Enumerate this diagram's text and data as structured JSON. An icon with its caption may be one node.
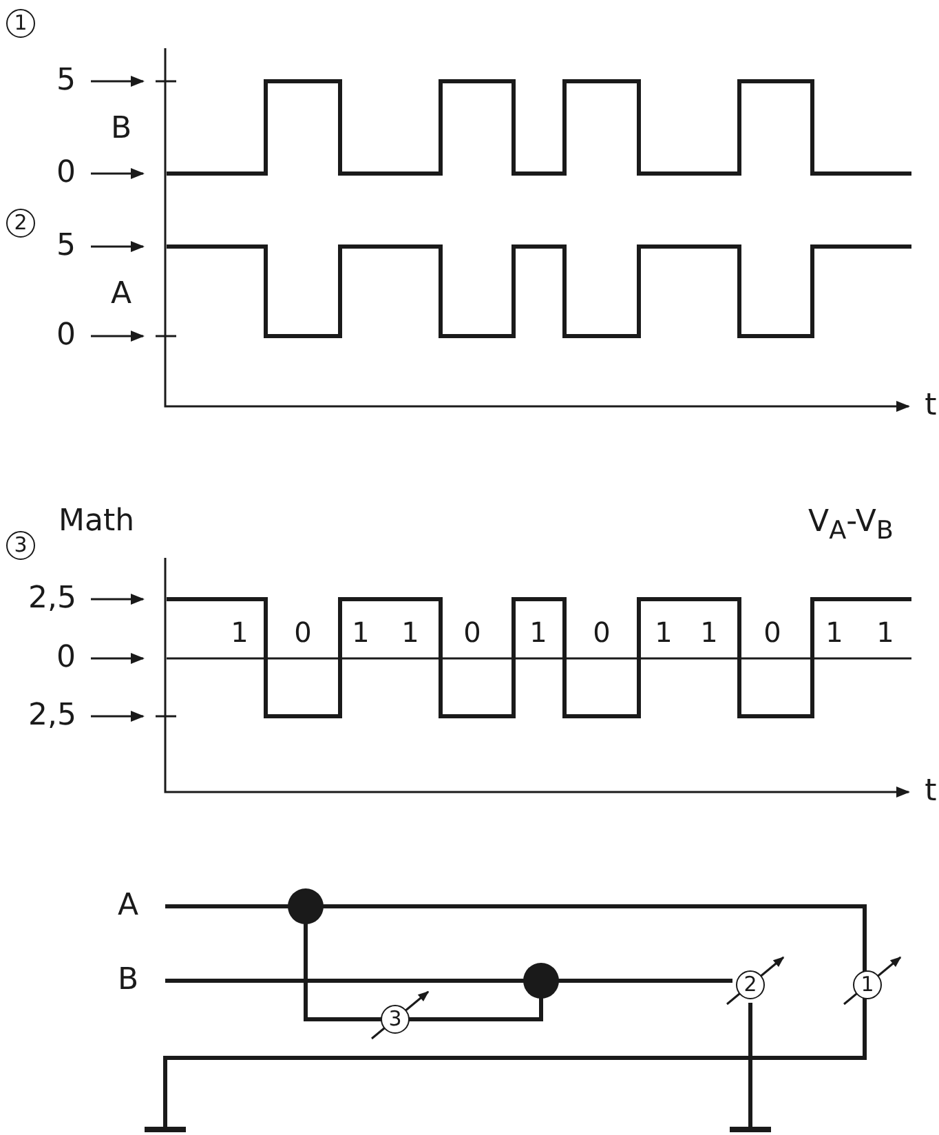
{
  "diagram": {
    "labels": [
      "1",
      "5",
      "B",
      "0",
      "2",
      "5",
      "A",
      "0",
      "t",
      "Math",
      "V$_{A}$-V$_{B}$",
      "3",
      "2,5",
      "1",
      "0",
      "1",
      "1",
      "0",
      "1",
      "0",
      "1",
      "1",
      "0",
      "1",
      "1",
      "0",
      "2,5",
      "t",
      "A",
      "B",
      "3",
      "2",
      "1"
    ]
  }
}
